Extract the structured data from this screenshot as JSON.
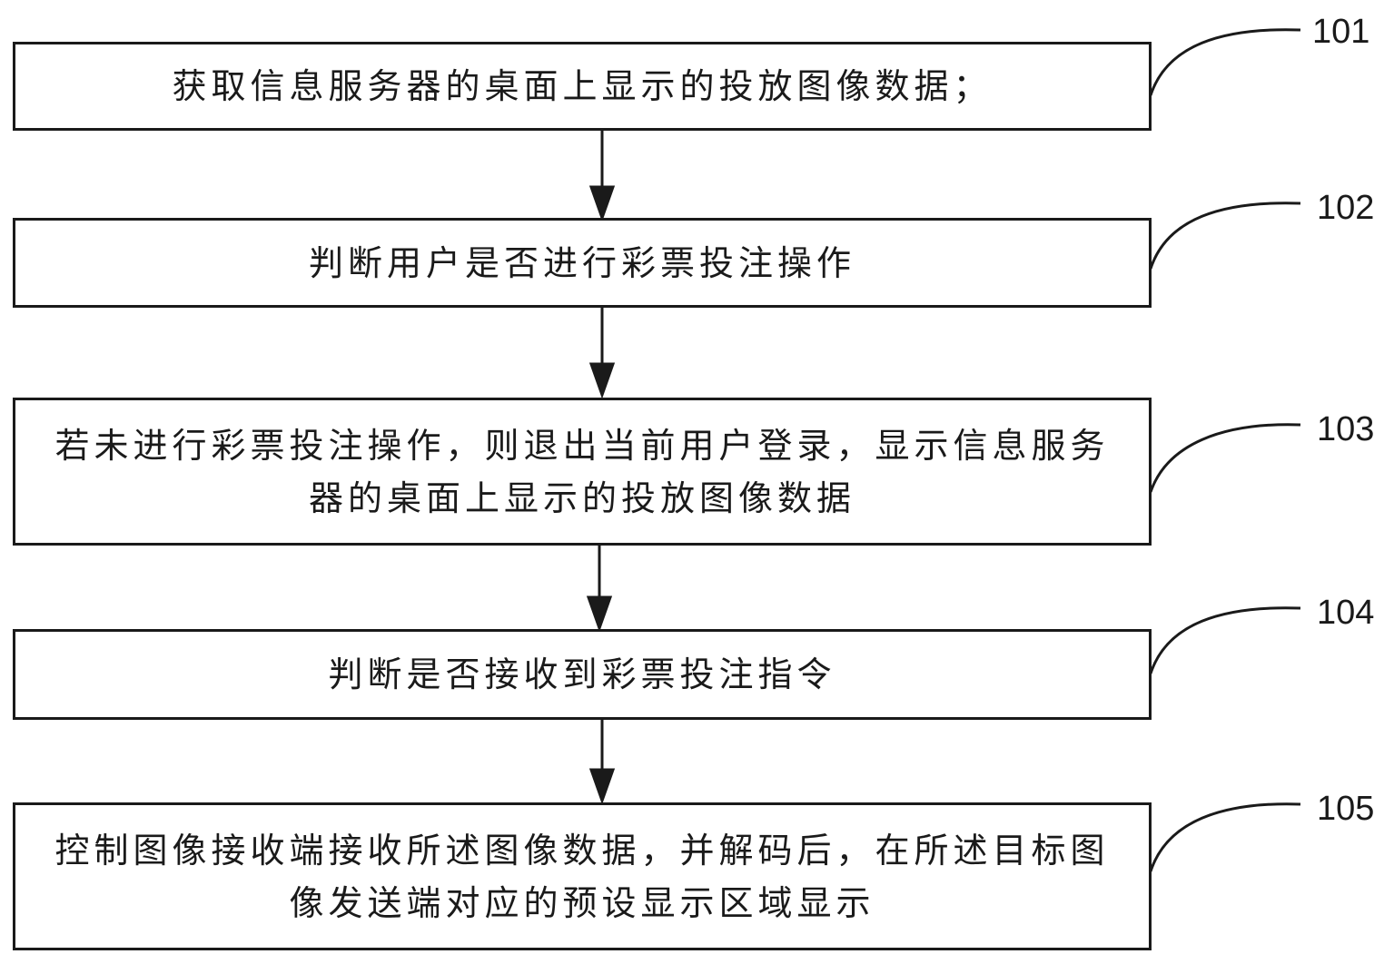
{
  "steps": [
    {
      "id": "101",
      "text": "获取信息服务器的桌面上显示的投放图像数据；"
    },
    {
      "id": "102",
      "text": "判断用户是否进行彩票投注操作"
    },
    {
      "id": "103",
      "text": "若未进行彩票投注操作，则退出当前用户登录，显示信息服务器的桌面上显示的投放图像数据"
    },
    {
      "id": "104",
      "text": "判断是否接收到彩票投注指令"
    },
    {
      "id": "105",
      "text": "控制图像接收端接收所述图像数据，并解码后，在所述目标图像发送端对应的预设显示区域显示"
    }
  ],
  "colors": {
    "stroke": "#1a1a1a",
    "text": "#1a1a1a",
    "background": "#ffffff"
  }
}
